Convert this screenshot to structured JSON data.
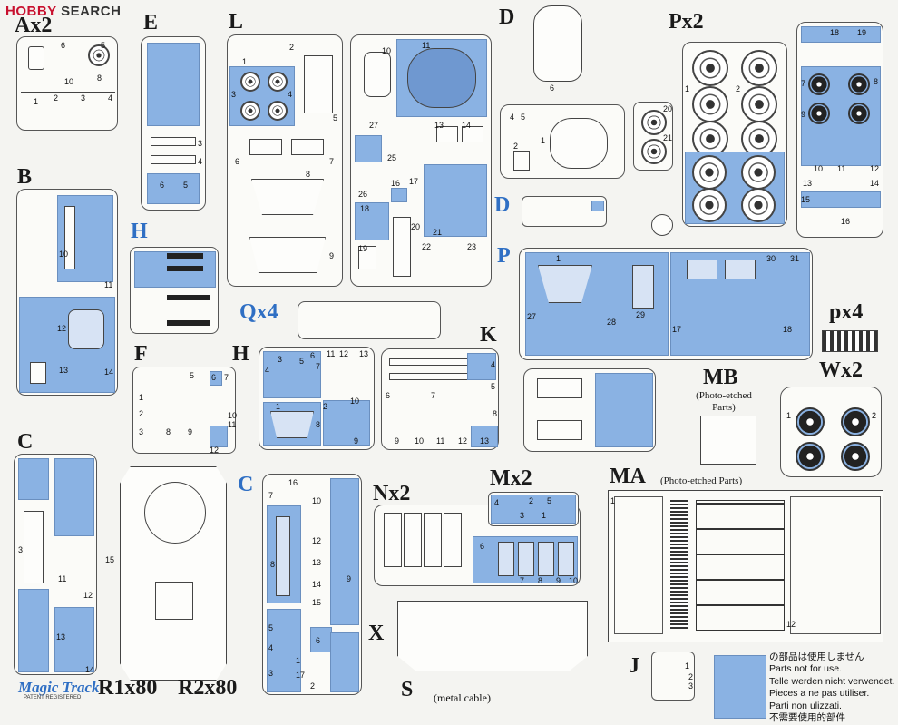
{
  "watermark": {
    "brand": "HOBBY",
    "rest": " SEARCH"
  },
  "sprue_labels": {
    "ax2": "Ax2",
    "e": "E",
    "l": "L",
    "d_top": "D",
    "px2": "Px2",
    "b": "B",
    "h_blue": "H",
    "d_blue": "D",
    "p_blue": "P",
    "qx4": "Qx4",
    "k": "K",
    "px4": "px4",
    "f": "F",
    "h": "H",
    "mb": "MB",
    "wx2": "Wx2",
    "c": "C",
    "c_blue": "C",
    "nx2": "Nx2",
    "mx2": "Mx2",
    "ma": "MA",
    "x": "X",
    "r1x80": "R1x80",
    "r2x80": "R2x80",
    "s": "S",
    "j": "J"
  },
  "sublabels": {
    "mb": "(Photo-etched\nParts)",
    "ma": "(Photo-etched Parts)",
    "s": "(metal cable)"
  },
  "legend": {
    "lines": [
      "の部品は使用しません",
      "Parts not for use.",
      "Telle werden nicht verwendet.",
      "Pieces a ne pas utiliser.",
      "Parti non ulizzati.",
      "不需要使用的部件"
    ],
    "swatch_color": "#8ab2e3"
  },
  "logo": {
    "mark": "Magic Track",
    "sub": "PATENT REGISTERED"
  },
  "part_numbers": {
    "a": [
      "5",
      "6",
      "10",
      "8",
      "1",
      "2",
      "3",
      "4"
    ],
    "b": [
      "10",
      "11",
      "12",
      "13",
      "14"
    ],
    "e": [
      "3",
      "4",
      "6",
      "5"
    ],
    "l": [
      "1",
      "2",
      "3",
      "4",
      "5",
      "6",
      "7",
      "8",
      "9"
    ],
    "big": [
      "10",
      "11",
      "13",
      "14",
      "16",
      "17",
      "18",
      "19",
      "20",
      "21",
      "22",
      "23",
      "25",
      "26",
      "27"
    ],
    "d": [
      "6",
      "1",
      "2",
      "4",
      "5"
    ],
    "px": [
      "20",
      "21",
      "1",
      "2"
    ],
    "right": [
      "18",
      "19",
      "7",
      "8",
      "9",
      "10",
      "11",
      "12",
      "13",
      "14",
      "15",
      "16"
    ],
    "p": [
      "1",
      "27",
      "28",
      "29",
      "30",
      "31",
      "17",
      "18"
    ],
    "k": [
      "4",
      "5",
      "6",
      "7",
      "8",
      "9",
      "10",
      "11",
      "12",
      "13"
    ],
    "f": [
      "1",
      "2",
      "3",
      "5",
      "6",
      "7",
      "8",
      "9",
      "10",
      "11",
      "12"
    ],
    "h": [
      "1",
      "2",
      "3",
      "4",
      "5",
      "6",
      "7",
      "8",
      "9",
      "10",
      "11",
      "12",
      "13"
    ],
    "c": [
      "1",
      "2",
      "3",
      "4",
      "5",
      "6",
      "7",
      "8",
      "9",
      "10",
      "11",
      "12",
      "13",
      "14",
      "15",
      "16",
      "17"
    ],
    "n": [
      "6",
      "7",
      "8",
      "9",
      "10"
    ],
    "m": [
      "1",
      "2",
      "3",
      "4",
      "5"
    ],
    "ma": [
      "1",
      "12"
    ],
    "j": [
      "1",
      "2",
      "3"
    ],
    "w": [
      "1",
      "2"
    ]
  },
  "colors": {
    "blue": "#8ab2e3",
    "blue_label": "#2f6fc4",
    "red": "#c8102e"
  }
}
